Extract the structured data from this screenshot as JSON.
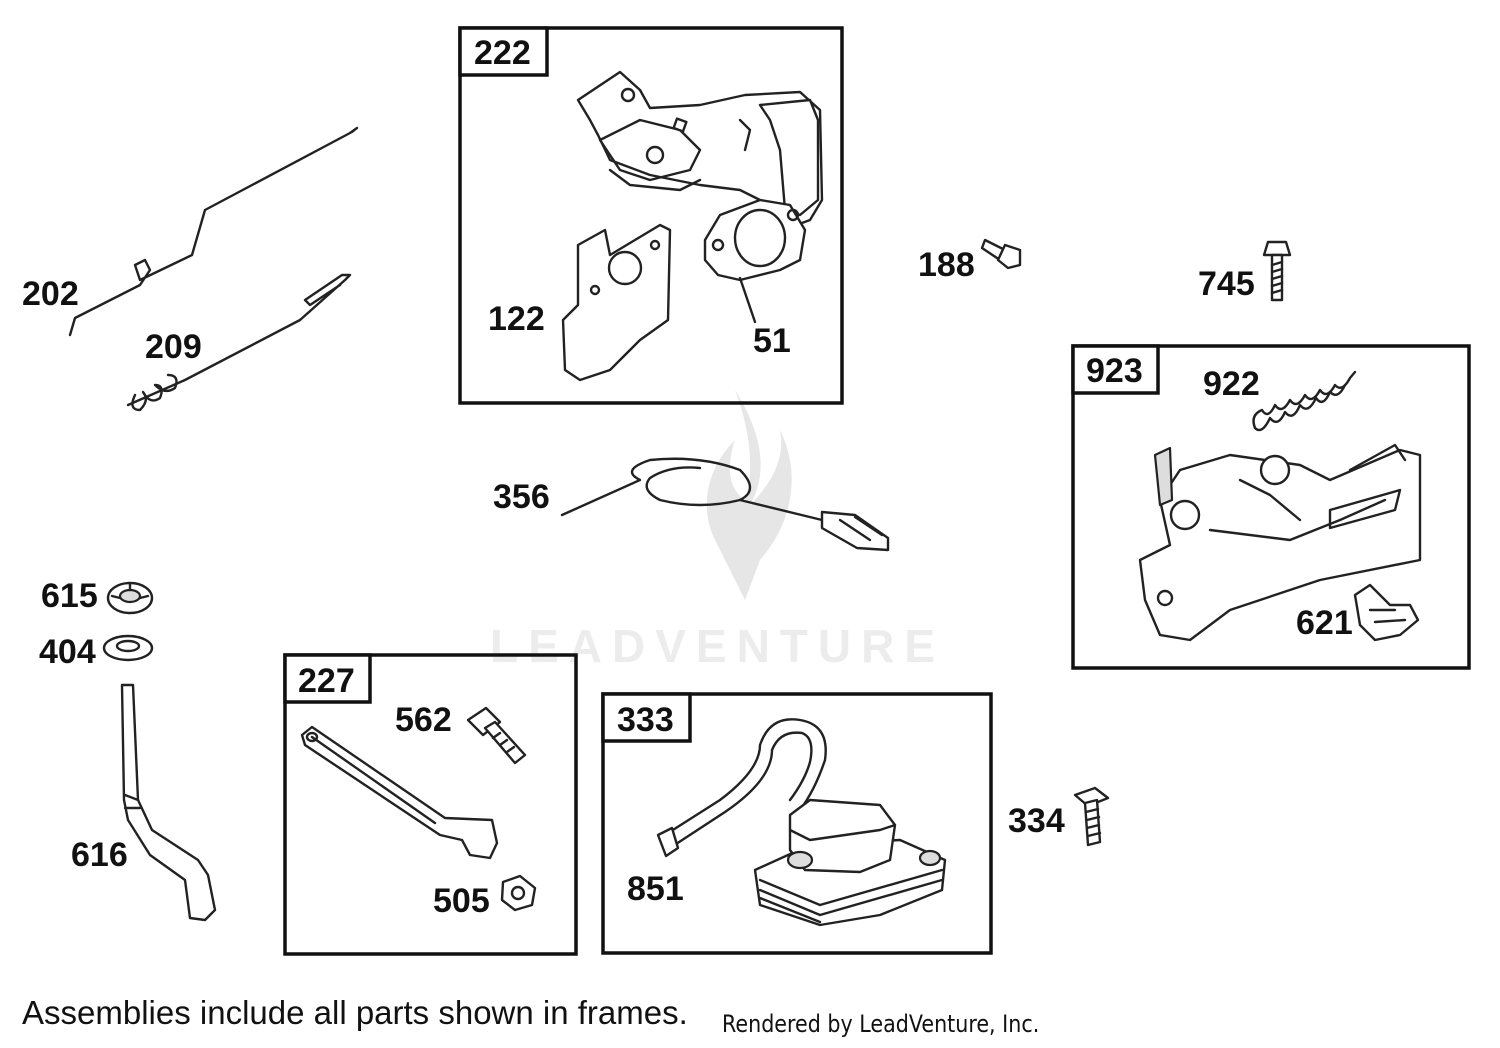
{
  "frames": [
    {
      "id": "222",
      "label": "222"
    },
    {
      "id": "923",
      "label": "923"
    },
    {
      "id": "227",
      "label": "227"
    },
    {
      "id": "333",
      "label": "333"
    }
  ],
  "callouts": {
    "p202": "202",
    "p209": "209",
    "p122": "122",
    "p51": "51",
    "p188": "188",
    "p745": "745",
    "p922": "922",
    "p621": "621",
    "p356": "356",
    "p615": "615",
    "p404": "404",
    "p616": "616",
    "p562": "562",
    "p505": "505",
    "p851": "851",
    "p334": "334"
  },
  "watermark": {
    "text": "LEADVENTURE"
  },
  "footer": {
    "note": "Assemblies include all parts shown in frames.",
    "credit": "Rendered by LeadVenture, Inc."
  }
}
